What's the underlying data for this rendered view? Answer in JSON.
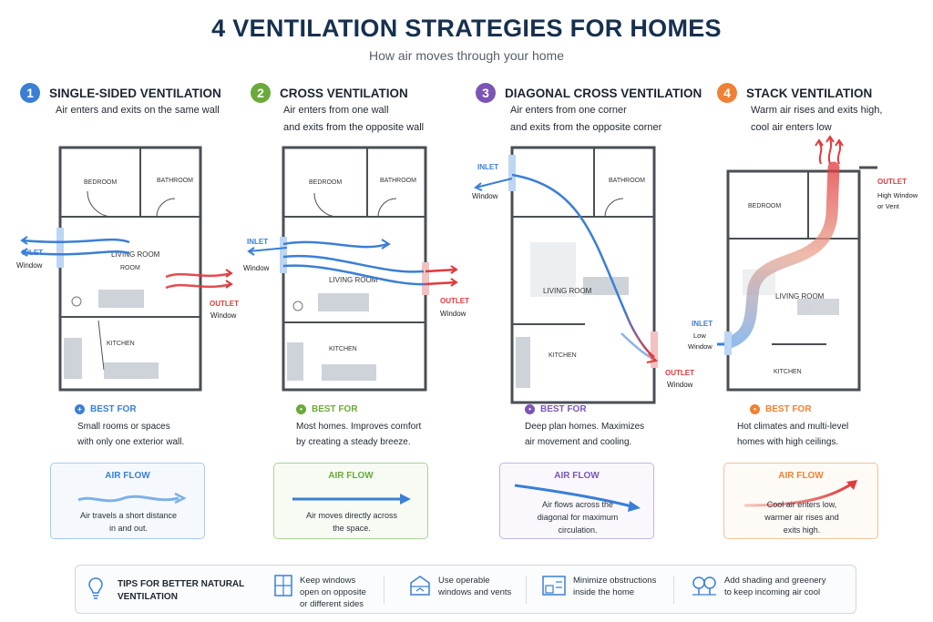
{
  "title": "4 VENTILATION STRATEGIES FOR HOMES",
  "subtitle": "How air moves through your home",
  "colors": {
    "blue": "#3a7fd5",
    "green": "#6aaa3a",
    "purple": "#7b55b5",
    "orange": "#ef8135",
    "red": "#e2393b",
    "navy": "#16304f"
  },
  "strategies": [
    {
      "number": "1",
      "title": "SINGLE-SIDED VENTILATION",
      "color": "#3a7fd5",
      "description": [
        "Air enters and exits on the same wall"
      ],
      "rooms": [
        "BEDROOM",
        "BATHROOM",
        "LIVING ROOM",
        "ROOM",
        "KITCHEN"
      ],
      "inlet": "INLET",
      "inlet_sub": "Window",
      "outlet": "OUTLET",
      "outlet_sub": "Window",
      "best_for_label": "BEST FOR",
      "best_for": [
        "Small rooms or spaces",
        "with only one exterior wall."
      ],
      "flow_title": "AIR FLOW",
      "flow_text": [
        "Air travels a short distance",
        "in and out."
      ]
    },
    {
      "number": "2",
      "title": "CROSS VENTILATION",
      "color": "#6aaa3a",
      "description": [
        "Air enters from one wall",
        "and exits from the opposite wall"
      ],
      "rooms": [
        "BEDROOM",
        "BATHROOM",
        "LIVING ROOM",
        "KITCHEN"
      ],
      "inlet": "INLET",
      "inlet_sub": "Window",
      "outlet": "OUTLET",
      "outlet_sub": "Window",
      "best_for_label": "BEST FOR",
      "best_for": [
        "Most homes. Improves comfort",
        "by creating a steady breeze."
      ],
      "flow_title": "AIR FLOW",
      "flow_text": [
        "Air moves directly across",
        "the space."
      ]
    },
    {
      "number": "3",
      "title": "DIAGONAL CROSS VENTILATION",
      "color": "#7b55b5",
      "description": [
        "Air enters from one corner",
        "and exits from the opposite corner"
      ],
      "rooms": [
        "BATHROOM",
        "LIVING ROOM",
        "KITCHEN"
      ],
      "inlet": "INLET",
      "inlet_sub": "Window",
      "outlet": "OUTLET",
      "outlet_sub": "Window",
      "best_for_label": "BEST FOR",
      "best_for": [
        "Deep plan homes. Maximizes",
        "air movement and cooling."
      ],
      "flow_title": "AIR FLOW",
      "flow_text": [
        "Air flows across the",
        "diagonal for maximum",
        "circulation."
      ]
    },
    {
      "number": "4",
      "title": "STACK VENTILATION",
      "color": "#ef8135",
      "description": [
        "Warm air rises and exits high,",
        "cool air enters low"
      ],
      "rooms": [
        "BEDROOM",
        "LIVING ROOM",
        "KITCHEN"
      ],
      "inlet": "INLET",
      "inlet_sub": [
        "Low",
        "Window"
      ],
      "outlet": "OUTLET",
      "outlet_sub": [
        "High Window",
        "or Vent"
      ],
      "best_for_label": "BEST FOR",
      "best_for": [
        "Hot climates and multi-level",
        "homes with high ceilings."
      ],
      "flow_title": "AIR FLOW",
      "flow_text": [
        "Cool air enters low,",
        "warmer air rises and",
        "exits high."
      ]
    }
  ],
  "tips": {
    "title": [
      "TIPS FOR BETTER NATURAL",
      "VENTILATION"
    ],
    "items": [
      {
        "icon": "window-icon",
        "text": [
          "Keep windows",
          "open on opposite",
          "or different sides"
        ]
      },
      {
        "icon": "operable-window-icon",
        "text": [
          "Use operable",
          "windows and vents"
        ]
      },
      {
        "icon": "furniture-icon",
        "text": [
          "Minimize obstructions",
          "inside the home"
        ]
      },
      {
        "icon": "trees-icon",
        "text": [
          "Add shading and greenery",
          "to keep incoming air cool"
        ]
      }
    ]
  }
}
